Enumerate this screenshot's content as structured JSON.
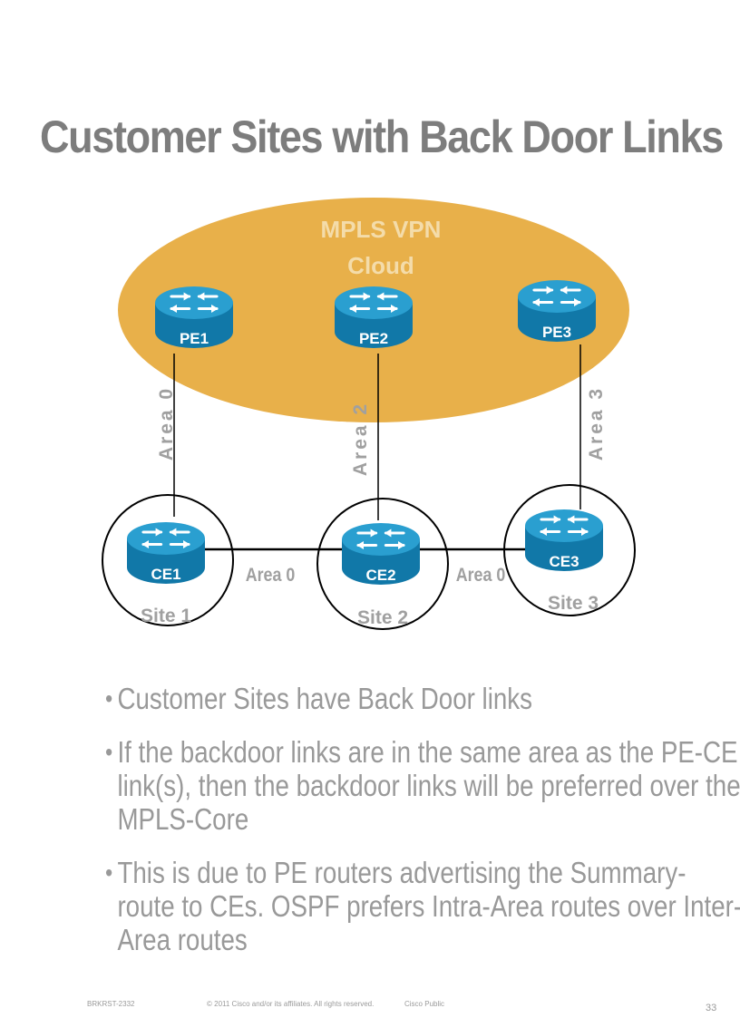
{
  "title": "Customer Sites with Back Door Links",
  "cloud": {
    "line1": "MPLS VPN",
    "line2": "Cloud"
  },
  "routers": {
    "pe1": "PE1",
    "pe2": "PE2",
    "pe3": "PE3",
    "ce1": "CE1",
    "ce2": "CE2",
    "ce3": "CE3"
  },
  "sites": {
    "site1": "Site 1",
    "site2": "Site 2",
    "site3": "Site 3"
  },
  "links": {
    "pe1_ce1": "Area 0",
    "pe2_ce2": "Area 2",
    "pe3_ce3": "Area 3",
    "ce1_ce2": "Area 0",
    "ce2_ce3": "Area 0"
  },
  "bullets": [
    "Customer Sites have Back Door links",
    "If the backdoor links are in the same area as the PE-CE link(s), then the backdoor links will be preferred over the MPLS-Core",
    "This is due to PE routers advertising the Summary-route to CEs.  OSPF prefers Intra-Area routes over Inter-Area routes"
  ],
  "footer": {
    "session": "BRKRST-2332",
    "copyright": "© 2011 Cisco and/or its affiliates. All rights reserved.",
    "classification": "Cisco Public",
    "page": "33"
  },
  "colors": {
    "cloud": "#e8b04a",
    "cloud_text": "#f4dcaa",
    "router_top": "#2a9fd0",
    "router_side": "#1178a8",
    "title": "#7d7d7d",
    "area_label": "#a0a0a0"
  },
  "icons": {
    "router": "router-icon"
  }
}
